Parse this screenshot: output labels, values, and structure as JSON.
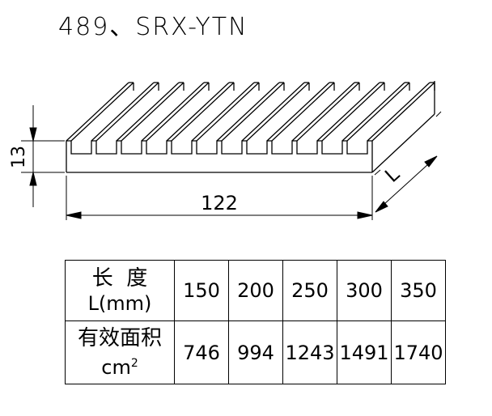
{
  "title": "489、SRX-YTN",
  "dimensions": {
    "height": "13",
    "width": "122",
    "length": "L"
  },
  "table": {
    "row1_label_line1": "长  度",
    "row1_label_line2": "L(mm)",
    "row2_label_line1": "有效面积",
    "row2_label_line2": "cm",
    "row2_label_sup": "2",
    "lengths": [
      "150",
      "200",
      "250",
      "300",
      "350"
    ],
    "areas": [
      "746",
      "994",
      "1243",
      "1491",
      "1740"
    ]
  }
}
